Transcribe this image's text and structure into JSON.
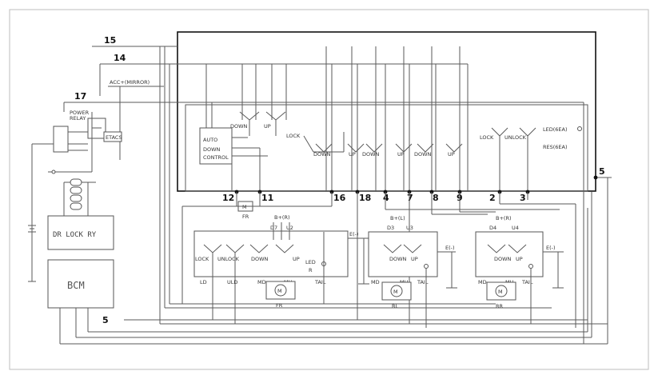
{
  "wires": {
    "w15": "15",
    "w14": "14",
    "w17": "17",
    "w5_right": "5",
    "w5_bottom": "5"
  },
  "top_labels": {
    "acc_mirror": "ACC+(MIRROR)",
    "power_relay_1": "POWER",
    "power_relay_2": "RELAY",
    "etacs": "ETACS",
    "lock": "LOCK",
    "unlock": "UNLOCK",
    "led": "LED(6EA)",
    "res": "RES(6EA)"
  },
  "driver_module": {
    "auto": "AUTO",
    "down": "DOWN",
    "control": "CONTROL",
    "sw_down": "DOWN",
    "sw_up": "UP",
    "sw_lock": "LOCK"
  },
  "switch_pairs": [
    {
      "down": "DOWN",
      "up": "UP"
    },
    {
      "down": "DOWN",
      "up": "UP"
    },
    {
      "down": "DOWN",
      "up": "UP"
    }
  ],
  "pins": [
    "12",
    "11",
    "16",
    "18",
    "4",
    "7",
    "8",
    "9",
    "2",
    "3"
  ],
  "fr_motor": "FR",
  "modules": {
    "bcm": "BCM",
    "dr_lock_ry": "DR LOCK RY"
  },
  "doors": [
    {
      "bplus": "B+(R)",
      "d": "D7",
      "u": "U2",
      "ground": "E(-)",
      "lock": "LOCK",
      "unlock": "UNLOCK",
      "down": "DOWN",
      "up": "UP",
      "led": "LED",
      "r": "R",
      "ld": "LD",
      "uld": "ULD",
      "md": "MD",
      "mu": "MU",
      "tail": "TAIL",
      "motor": "FR"
    },
    {
      "bplus": "B+(L)",
      "d": "D3",
      "u": "U3",
      "ground": "E(-)",
      "down": "DOWN",
      "up": "UP",
      "md": "MD",
      "mu": "MU",
      "tail": "TAIL",
      "motor": "RL"
    },
    {
      "bplus": "B+(R)",
      "d": "D4",
      "u": "U4",
      "ground": "E(-)",
      "down": "DOWN",
      "up": "UP",
      "md": "MD",
      "mu": "MU",
      "tail": "TAIL",
      "motor": "RR"
    }
  ]
}
